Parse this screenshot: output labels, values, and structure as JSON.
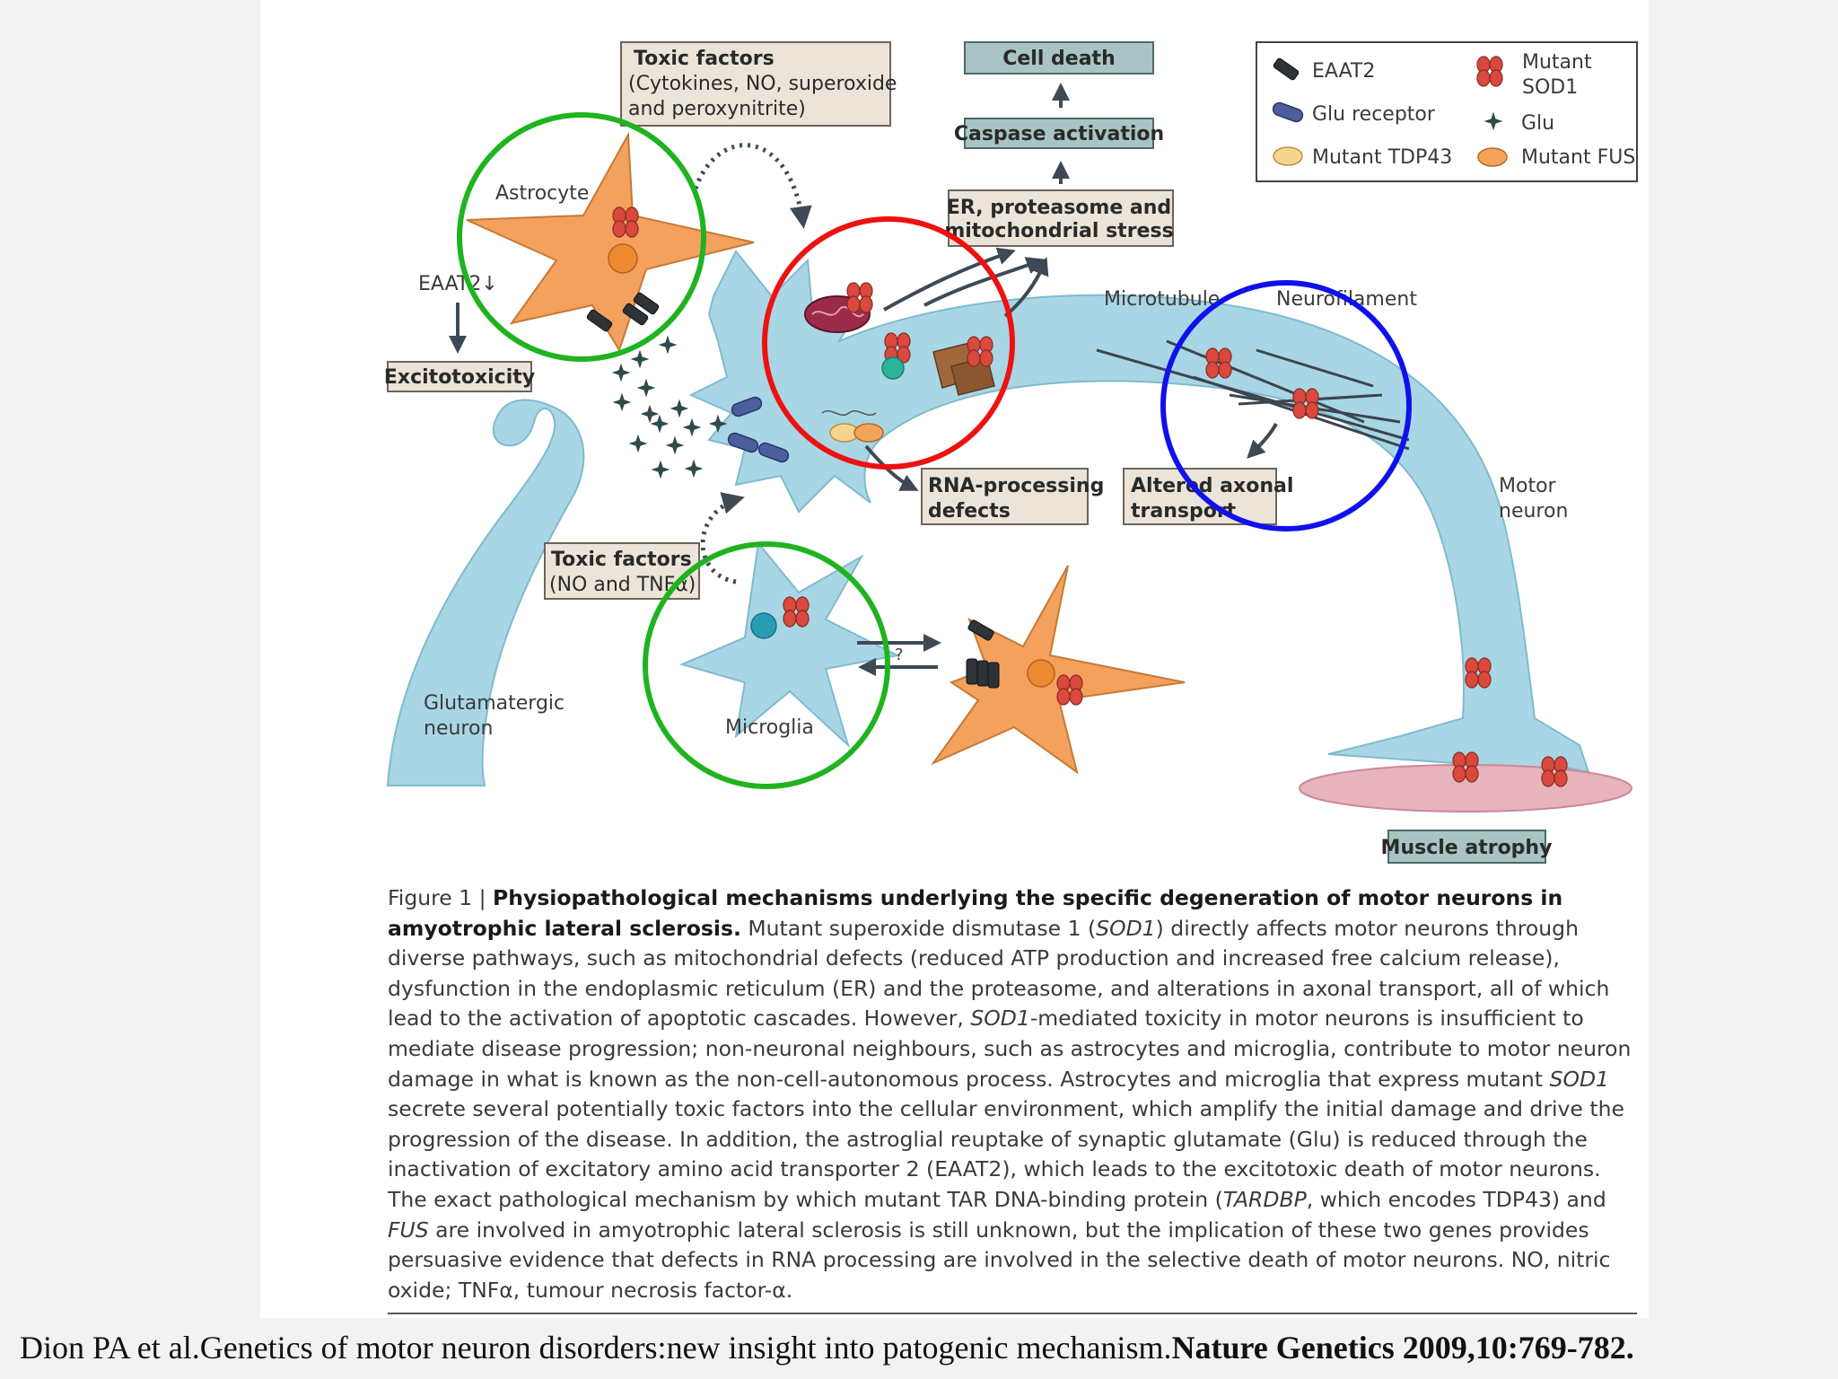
{
  "diagram": {
    "labels": {
      "toxic_factors_top_title": "Toxic factors",
      "toxic_factors_top_line1": "(Cytokines, NO, superoxide",
      "toxic_factors_top_line2": "and peroxynitrite)",
      "cell_death": "Cell death",
      "caspase_activation": "Caspase activation",
      "er_stress_line1": "ER, proteasome and",
      "er_stress_line2": "mitochondrial stress",
      "astrocyte": "Astrocyte",
      "eaat2_down": "EAAT2↓",
      "excitotoxicity": "Excitotoxicity",
      "microtubule": "Microtubule",
      "neurofilament": "Neurofilament",
      "rna_line1": "RNA-processing",
      "rna_line2": "defects",
      "axonal_line1": "Altered axonal",
      "axonal_line2": "transport",
      "motor_line1": "Motor",
      "motor_line2": "neuron",
      "toxic_factors_bottom_title": "Toxic factors",
      "toxic_factors_bottom_line1": "(NO and TNFα)",
      "question_mark": "?",
      "glutamatergic_line1": "Glutamatergic",
      "glutamatergic_line2": "neuron",
      "microglia": "Microglia",
      "muscle_atrophy": "Muscle atrophy"
    },
    "legend": {
      "eaat2": "EAAT2",
      "mutant_sod1_line1": "Mutant",
      "mutant_sod1_line2": "SOD1",
      "glu_receptor": "Glu receptor",
      "glu": "Glu",
      "mutant_tdp43": "Mutant TDP43",
      "mutant_fus": "Mutant FUS"
    },
    "colors": {
      "neuron": "#a9d6e5",
      "neuron_edge": "#7fbad0",
      "astrocyte": "#f3a15c",
      "sod1": "#d9493d",
      "label_box": "#ece4d8",
      "outcome_box": "#a8c4c4",
      "muscle": "#e7b3bd",
      "circle_green": "#1fb31f",
      "circle_red": "#ee1111",
      "circle_blue": "#1010ee"
    }
  },
  "caption": {
    "figure_label": "Figure 1 |",
    "bold_title": "Physiopathological mechanisms underlying the specific degeneration of motor neurons in amyotrophic lateral sclerosis.",
    "text_1": "Mutant superoxide dismutase 1 (",
    "gene_sod1_a": "SOD1",
    "text_2": ") directly affects motor neurons through diverse pathways, such as mitochondrial defects (reduced ATP production and increased free calcium release), dysfunction in the endoplasmic reticulum (ER) and the proteasome, and alterations in axonal transport, all of which lead to the activation of apoptotic cascades. However,",
    "gene_sod1_b": "SOD1",
    "text_3": "-mediated toxicity in motor neurons is insufficient to mediate disease progression; non-neuronal neighbours, such as astrocytes and microglia, contribute to motor neuron damage in what is known as the non-cell-autonomous process. Astrocytes and microglia that express mutant",
    "gene_sod1_c": "SOD1",
    "text_4": "secrete several potentially toxic factors into the cellular environment, which amplify the initial damage and drive the progression of the disease. In addition, the astroglial reuptake of synaptic glutamate (Glu) is reduced through the inactivation of excitatory amino acid transporter 2 (EAAT2), which leads to the excitotoxic death of motor neurons. The exact pathological mechanism by which mutant TAR DNA-binding protein (",
    "gene_tardbp": "TARDBP",
    "text_5": ", which encodes TDP43) and",
    "gene_fus": "FUS",
    "text_6": "are involved in amyotrophic lateral sclerosis is still unknown, but the implication of these two genes provides persuasive evidence that defects in RNA processing are involved in the selective death of motor neurons. NO, nitric oxide; TNFα, tumour necrosis factor-α."
  },
  "citation": {
    "plain": "Dion PA et al.Genetics of motor neuron disorders:new insight into patogenic mechanism.",
    "bold": "Nature Genetics 2009,10:769-782."
  }
}
